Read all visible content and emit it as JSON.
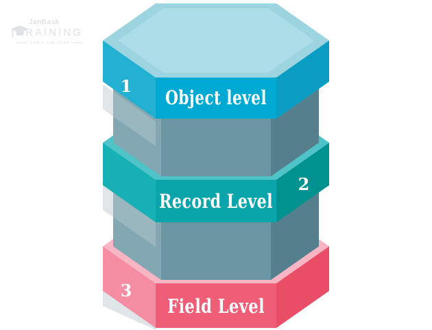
{
  "logo": {
    "brand_top": "JanBask",
    "brand_main": "TRAINING",
    "tagline": "Learn and Grow",
    "color": "#dfe2e4"
  },
  "diagram": {
    "text_color": "#ffffff",
    "shadow_color": "#b7c6cd",
    "pillar": {
      "left": "#82a9b3",
      "front": "#6a96a3",
      "right": "#567f8d"
    },
    "levels": [
      {
        "number": "1",
        "label": "Object level",
        "colors": {
          "top_outer": "#9cd5e0",
          "top_inner": "#addee7",
          "left": "#22b1d3",
          "front": "#00a9d1",
          "right": "#0b9cc4"
        }
      },
      {
        "number": "2",
        "label": "Record Level",
        "colors": {
          "ring": "#4fc4c8",
          "left": "#17b0b5",
          "front": "#0aa5ab",
          "right": "#00928e"
        }
      },
      {
        "number": "3",
        "label": "Field Level",
        "colors": {
          "ring": "#f8b5c4",
          "left": "#f58ea2",
          "front": "#f05d77",
          "right": "#ea4e66"
        }
      }
    ]
  }
}
